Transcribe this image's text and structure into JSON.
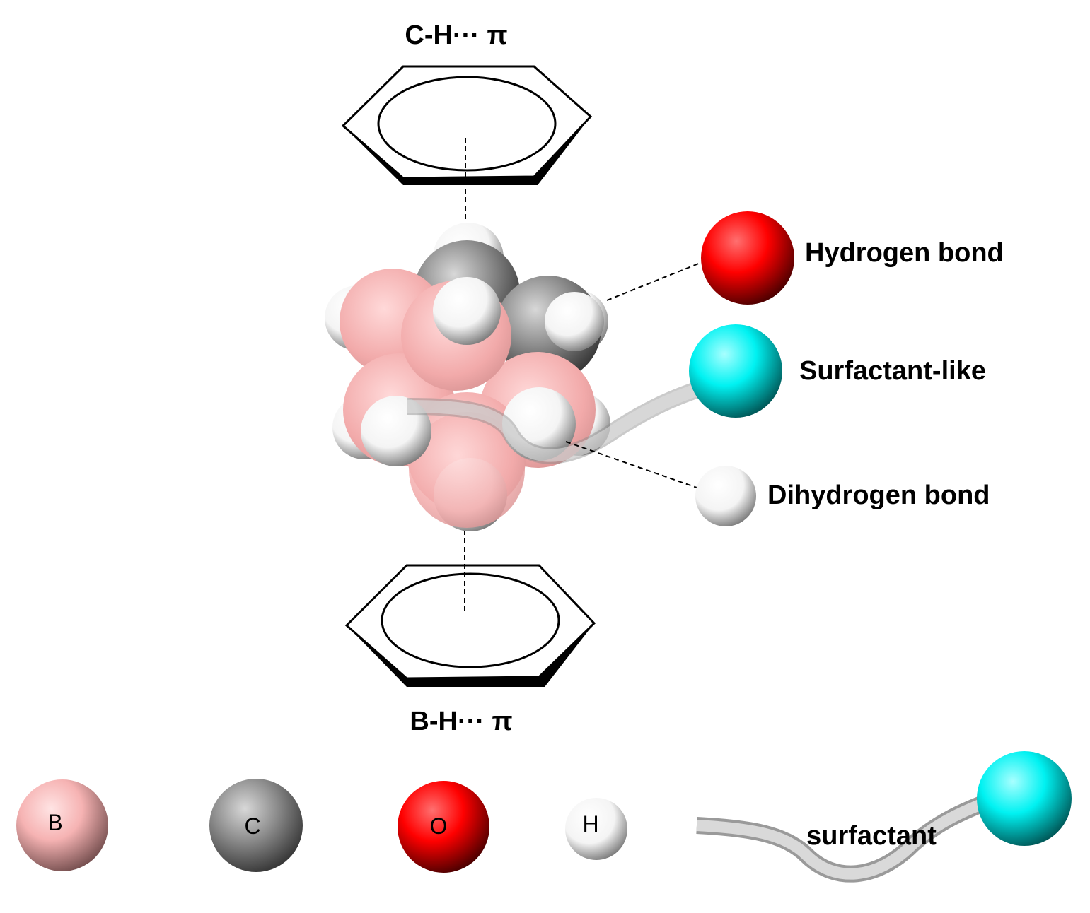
{
  "interactions": {
    "top_label": "C-H··· π",
    "bottom_label": "B-H··· π",
    "hydrogen_bond": "Hydrogen bond",
    "surfactant_like": "Surfactant-like",
    "dihydrogen_bond": "Dihydrogen bond"
  },
  "legend": {
    "boron": "B",
    "carbon": "C",
    "oxygen": "O",
    "hydrogen": "H",
    "surfactant": "surfactant"
  },
  "colors": {
    "boron": "#f4a7a7",
    "carbon": "#8a8a8a",
    "oxygen": "#ff0000",
    "hydrogen": "#ffffff",
    "surfactant_head": "#00f0f0",
    "surfactant_tail": "#c8c8c8"
  }
}
